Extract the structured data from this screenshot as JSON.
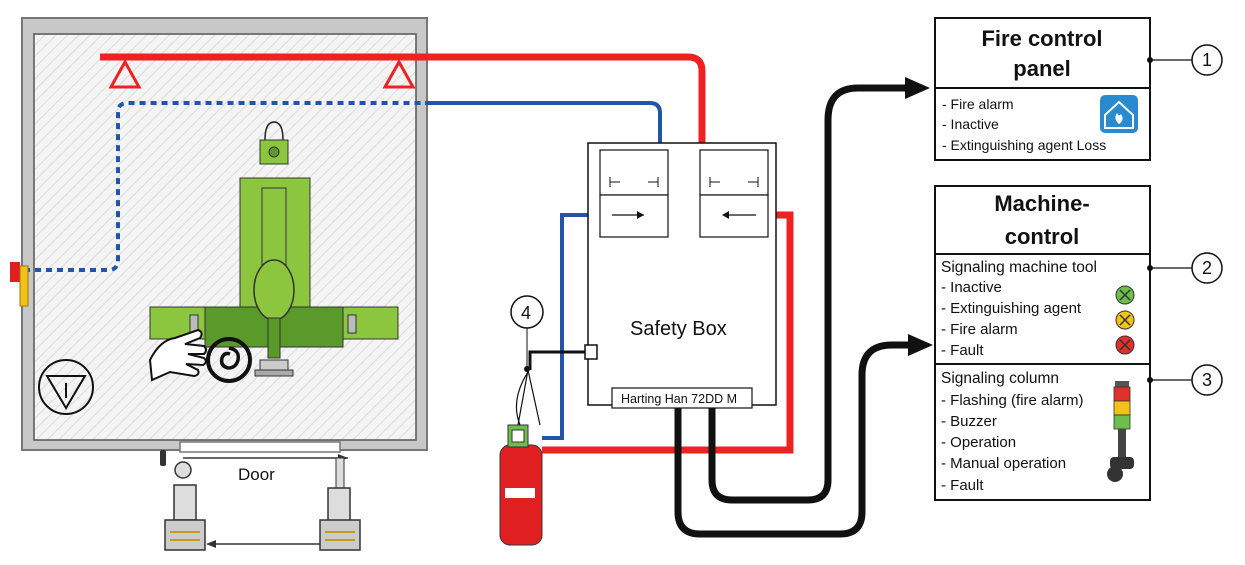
{
  "labels": {
    "door": "Door",
    "safety_box": "Safety Box",
    "connector": "Harting Han 72DD M",
    "marker_4": "4"
  },
  "panels": {
    "fire_control": {
      "title_line1": "Fire control",
      "title_line2": "panel",
      "items": [
        "- Fire alarm",
        "- Inactive",
        "- Extinguishing agent Loss"
      ],
      "marker": "1"
    },
    "machine_control": {
      "title_line1": "Machine-",
      "title_line2": "control",
      "signaling_machine_tool": {
        "heading": "Signaling machine tool",
        "items": [
          "- Inactive",
          "- Extinguishing agent",
          "- Fire alarm",
          "- Fault"
        ],
        "marker": "2"
      },
      "signaling_column": {
        "heading": "Signaling column",
        "items": [
          "- Flashing (fire alarm)",
          "- Buzzer",
          "- Operation",
          "- Manual operation",
          "- Fault"
        ],
        "marker": "3"
      }
    }
  },
  "colors": {
    "red_line": "#ee2222",
    "blue_line": "#2255aa",
    "machine_green": "#8cc63f",
    "machine_green_dark": "#5a9a2a",
    "indicator_green": "#6bbf4a",
    "indicator_yellow": "#f2c21b",
    "indicator_red": "#e0302a",
    "fire_icon_blue": "#2a8ad0",
    "extinguisher_red": "#e02020"
  },
  "icons": {
    "fire_panel_icon": "house-fire-icon",
    "status_indicators": [
      "inactive-indicator-icon",
      "extinguishing-indicator-icon",
      "fire-alarm-indicator-icon"
    ],
    "signal_column": "signal-tower-icon",
    "warning": "warning-triangle-icon",
    "hand_hazard": "hand-crush-hazard-icon",
    "spiral": "rotating-hazard-icon"
  }
}
